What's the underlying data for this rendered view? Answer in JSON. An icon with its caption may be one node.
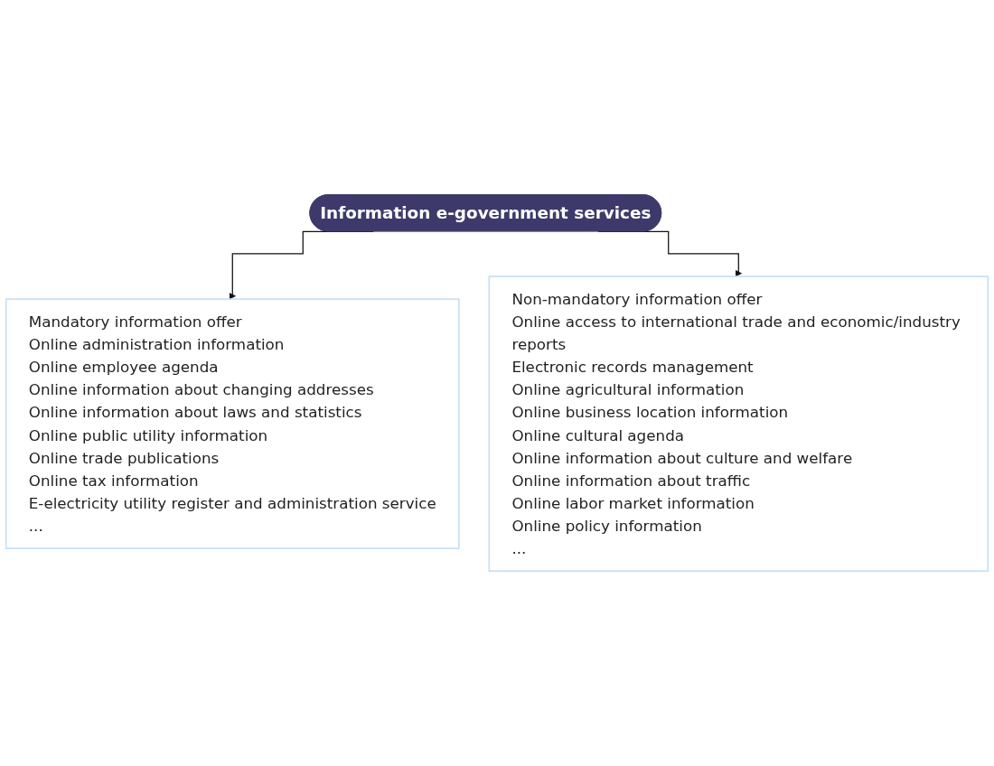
{
  "diagram": {
    "nodes": [
      {
        "text": [
          "Information e-government services"
        ]
      },
      {
        "text": [
          "Mandatory information offer",
          "Online administration information",
          "Online employee agenda",
          "Online information about changing addresses",
          "Online information about laws and statistics",
          "Online public utility information",
          "Online trade publications",
          "Online tax information",
          "E-electricity utility register and administration service",
          "..."
        ]
      },
      {
        "text": [
          "Non-mandatory information offer",
          "Online access to international trade and economic/industry reports",
          "Electronic records management",
          "Online agricultural information",
          "Online business location information",
          "Online cultural agenda",
          "Online information about culture and welfare",
          "Online information about traffic",
          "Online labor market information",
          "Online policy information",
          "..."
        ]
      }
    ],
    "edges": [
      {
        "from": 0,
        "to": 1,
        "arrow": "to"
      },
      {
        "from": 0,
        "to": 2,
        "arrow": "to"
      }
    ]
  }
}
